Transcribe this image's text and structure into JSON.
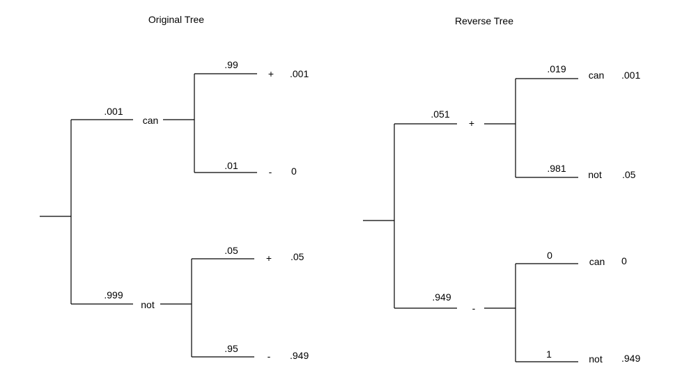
{
  "original_tree": {
    "title": "Original Tree",
    "can": {
      "label": "can",
      "prob": ".001"
    },
    "not": {
      "label": "not",
      "prob": ".999"
    },
    "can_pos": {
      "label": "+",
      "prob": ".99",
      "joint": ".001"
    },
    "can_neg": {
      "label": "-",
      "prob": ".01",
      "joint": "0"
    },
    "not_pos": {
      "label": "+",
      "prob": ".05",
      "joint": ".05"
    },
    "not_neg": {
      "label": "-",
      "prob": ".95",
      "joint": ".949"
    }
  },
  "reverse_tree": {
    "title": "Reverse Tree",
    "pos": {
      "label": "+",
      "prob": ".051"
    },
    "neg": {
      "label": "-",
      "prob": ".949"
    },
    "pos_can": {
      "label": "can",
      "prob": ".019",
      "joint": ".001"
    },
    "pos_not": {
      "label": "not",
      "prob": ".981",
      "joint": ".05"
    },
    "neg_can": {
      "label": "can",
      "prob": "0",
      "joint": "0"
    },
    "neg_not": {
      "label": "not",
      "prob": "1",
      "joint": ".949"
    }
  }
}
